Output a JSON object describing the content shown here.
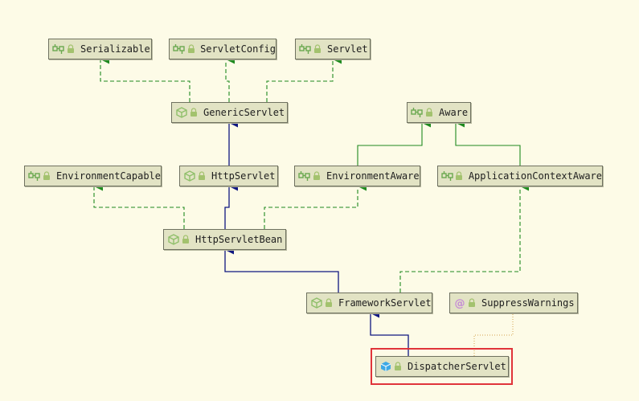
{
  "nodes": {
    "serializable": {
      "label": "Serializable",
      "kind": "interface"
    },
    "servlet_config": {
      "label": "ServletConfig",
      "kind": "interface"
    },
    "servlet": {
      "label": "Servlet",
      "kind": "interface"
    },
    "generic_servlet": {
      "label": "GenericServlet",
      "kind": "abstract-class"
    },
    "aware": {
      "label": "Aware",
      "kind": "interface"
    },
    "environment_capable": {
      "label": "EnvironmentCapable",
      "kind": "interface"
    },
    "http_servlet": {
      "label": "HttpServlet",
      "kind": "abstract-class"
    },
    "environment_aware": {
      "label": "EnvironmentAware",
      "kind": "interface"
    },
    "application_context_aware": {
      "label": "ApplicationContextAware",
      "kind": "interface"
    },
    "http_servlet_bean": {
      "label": "HttpServletBean",
      "kind": "abstract-class"
    },
    "framework_servlet": {
      "label": "FrameworkServlet",
      "kind": "abstract-class"
    },
    "suppress_warnings": {
      "label": "SuppressWarnings",
      "kind": "annotation"
    },
    "dispatcher_servlet": {
      "label": "DispatcherServlet",
      "kind": "class"
    }
  },
  "edges": [
    {
      "from": "generic_servlet",
      "to": "serializable",
      "type": "implements"
    },
    {
      "from": "generic_servlet",
      "to": "servlet_config",
      "type": "implements"
    },
    {
      "from": "generic_servlet",
      "to": "servlet",
      "type": "implements"
    },
    {
      "from": "http_servlet",
      "to": "generic_servlet",
      "type": "extends"
    },
    {
      "from": "environment_aware",
      "to": "aware",
      "type": "interface-extends"
    },
    {
      "from": "application_context_aware",
      "to": "aware",
      "type": "interface-extends"
    },
    {
      "from": "http_servlet_bean",
      "to": "http_servlet",
      "type": "extends"
    },
    {
      "from": "http_servlet_bean",
      "to": "environment_capable",
      "type": "implements"
    },
    {
      "from": "http_servlet_bean",
      "to": "environment_aware",
      "type": "implements"
    },
    {
      "from": "framework_servlet",
      "to": "http_servlet_bean",
      "type": "extends"
    },
    {
      "from": "framework_servlet",
      "to": "application_context_aware",
      "type": "implements"
    },
    {
      "from": "dispatcher_servlet",
      "to": "framework_servlet",
      "type": "extends"
    },
    {
      "from": "dispatcher_servlet",
      "to": "suppress_warnings",
      "type": "annotated-with"
    }
  ],
  "colors": {
    "background": "#fdfbe7",
    "node_fill": "#e2e3c4",
    "node_border": "#6f7160",
    "extends_line": "#0f1781",
    "implements_line": "#1f8a1f",
    "interface_extends_line": "#1f8a1f",
    "annotation_line": "#d2a24c",
    "highlight": "#e0343a",
    "interface_icon": "#6aa84f",
    "class_icon": "#8fbf6a",
    "annotation_icon": "#c58bd6",
    "concrete_class_icon": "#3ea9e6"
  },
  "selected_node": "dispatcher_servlet"
}
